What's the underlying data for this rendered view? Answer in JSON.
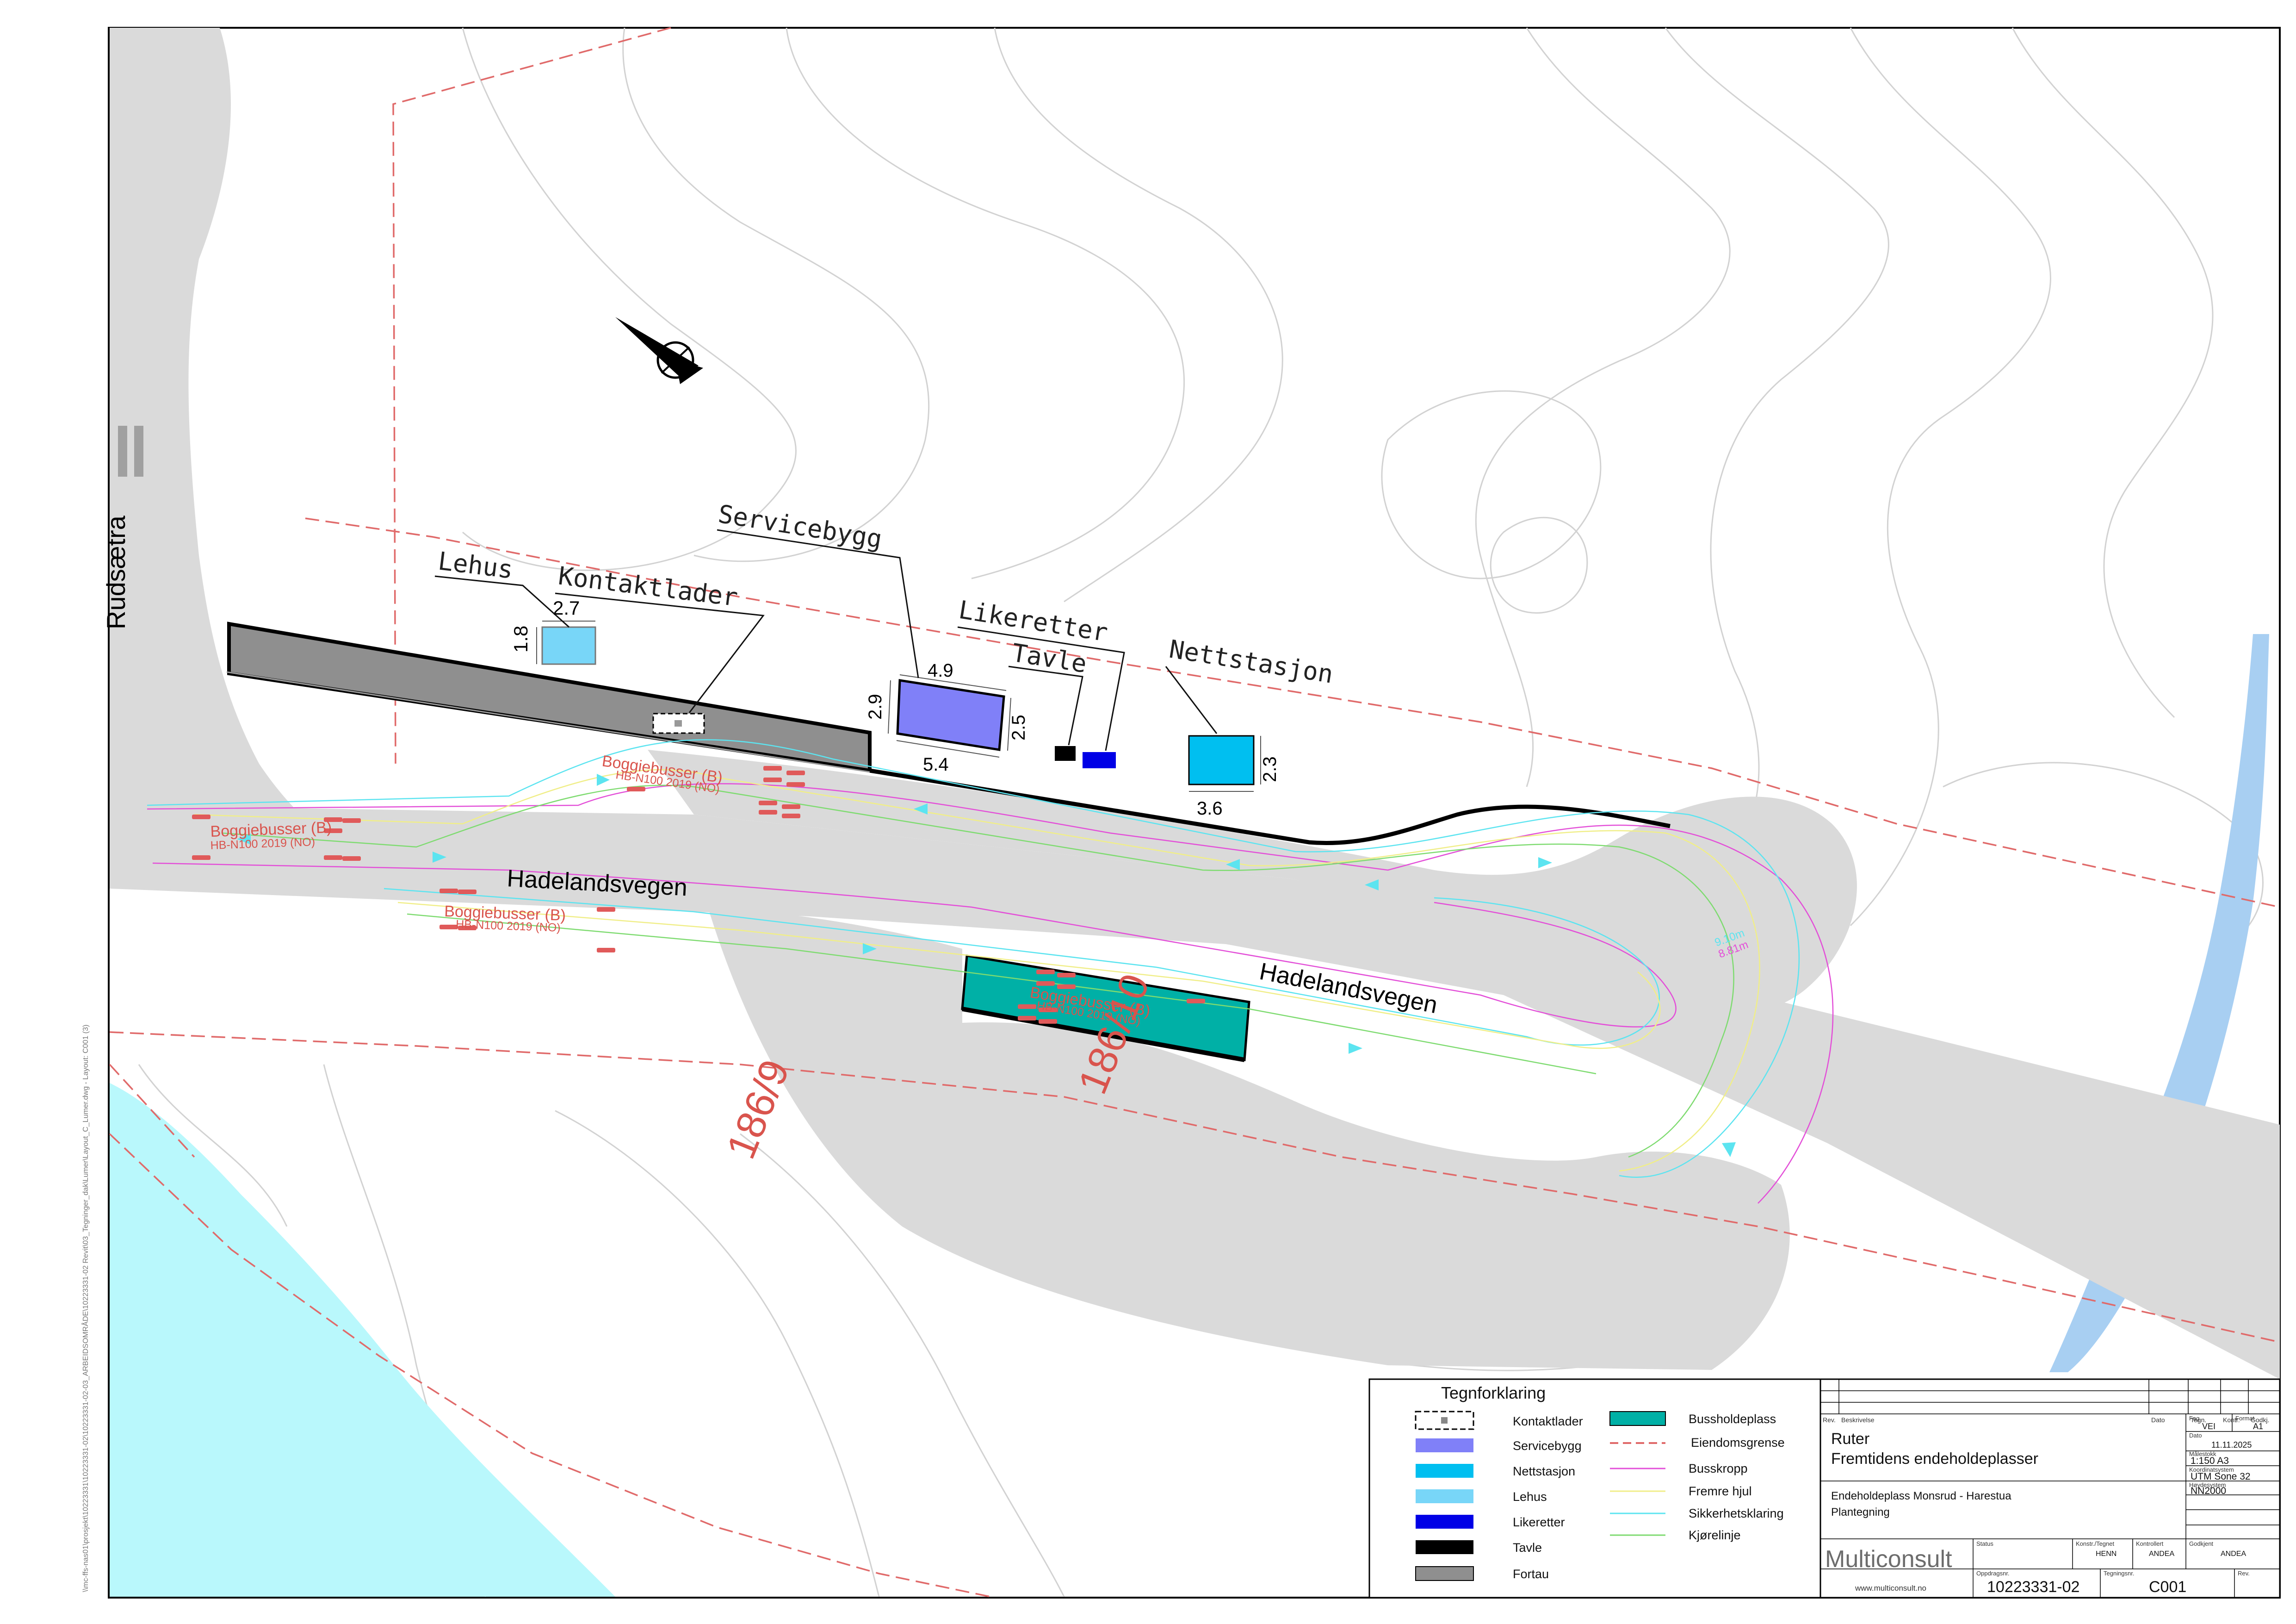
{
  "map": {
    "road_labels": {
      "road_1": "Hadelandsvegen",
      "road_2": "Hadelandsvegen",
      "side_road": "Rudsætra"
    },
    "property_labels": [
      "186/9",
      "186/10"
    ],
    "dimensions": {
      "lehus_w": "2.7",
      "lehus_h": "1.8",
      "service_top": "4.9",
      "service_bottom": "5.4",
      "service_left": "2.9",
      "service_right": "2.5",
      "nett_bottom": "3.6",
      "nett_right": "2.3"
    },
    "callouts": {
      "lehus": "Lehus",
      "kontaktlader": "Kontaktlader",
      "servicebygg": "Servicebygg",
      "likeretter": "Likeretter",
      "tavle": "Tavle",
      "nettstasjon": "Nettstasjon"
    },
    "vehicle_labels": {
      "v1_name": "Boggiebusser (B)",
      "v1_code": "HB-N100 2019 (NO)",
      "v2_name": "Boggiebusser (B)",
      "v2_code": "HB-N100 2019 (NO)",
      "v3_name": "Boggiebusser (B)",
      "v3_code": "HB-N100 2019 (NO)",
      "v4_name": "Boggiebusser (B)",
      "v4_code": "HB-N100 2019 (NO)"
    },
    "radius_labels": [
      "9.10m",
      "8.81m"
    ],
    "file_path": "\\\\mc-ffs-nas01\\prosjekt\\10223331\\10223331-02\\10223331-02-03_ARBEIDSOMRÅDE\\10223331-02 Revit\\03_Tegninger_dak\\Lumer\\Layout_C_Lumer.dwg - Layout: C001 (3)"
  },
  "colors": {
    "lake": "#b9f8fc",
    "road": "#dadada",
    "fortau": "#8f8f8f",
    "servicebygg": "#8080f8",
    "nettstasjon": "#00bff0",
    "lehus": "#78d6f8",
    "likeretter": "#0000e6",
    "tavle": "#000000",
    "bussholdeplass": "#00b0a6",
    "property_line": "#e06a6a",
    "stream": "#a8cff2"
  },
  "legend": {
    "title": "Tegnforklaring",
    "items_left": [
      "Kontaktlader",
      "Servicebygg",
      "Nettstasjon",
      "Lehus",
      "Likeretter",
      "Tavle",
      "Fortau"
    ],
    "items_right": [
      "Bussholdeplass",
      "Eiendomsgrense",
      "Busskropp",
      "Fremre hjul",
      "Sikkerhetsklaring",
      "Kjørelinje"
    ]
  },
  "title_block": {
    "rev_header": "Rev.",
    "beskrivelse_header": "Beskrivelse",
    "dato_header": "Dato",
    "tegn_header": "Tegn.",
    "kontr_header": "Kontr.",
    "godkj_header": "Godkj.",
    "client": "Ruter",
    "project": "Fremtidens endeholdeplasser",
    "fag_label": "Fag",
    "fag_value": "VEI",
    "format_label": "Format",
    "format_value": "A1",
    "dato_label": "Dato",
    "dato_value": "11.11.2025",
    "malestokk_label": "Målestokk",
    "malestokk_value": "1:150 A3",
    "koordinatsystem_label": "Koordinatsystem",
    "koordinatsystem_value": "UTM Sone 32",
    "hoydesystem_label": "Høydesystem",
    "hoydesystem_value": "NN2000",
    "subject_line1": "Endeholdeplass Monsrud - Harestua",
    "subject_line2": "Plantegning",
    "company": "Multiconsult",
    "website": "www.multiconsult.no",
    "status_label": "Status",
    "konstr_label": "Konstr./Tegnet",
    "konstr_value": "HENN",
    "kontrollert_label": "Kontrollert",
    "kontrollert_value": "ANDEA",
    "godkjent_label": "Godkjent",
    "godkjent_value": "ANDEA",
    "oppdrag_label": "Oppdragsnr.",
    "oppdrag_value": "10223331-02",
    "tegning_label": "Tegningsnr.",
    "tegning_value": "C001",
    "rev_label": "Rev."
  }
}
